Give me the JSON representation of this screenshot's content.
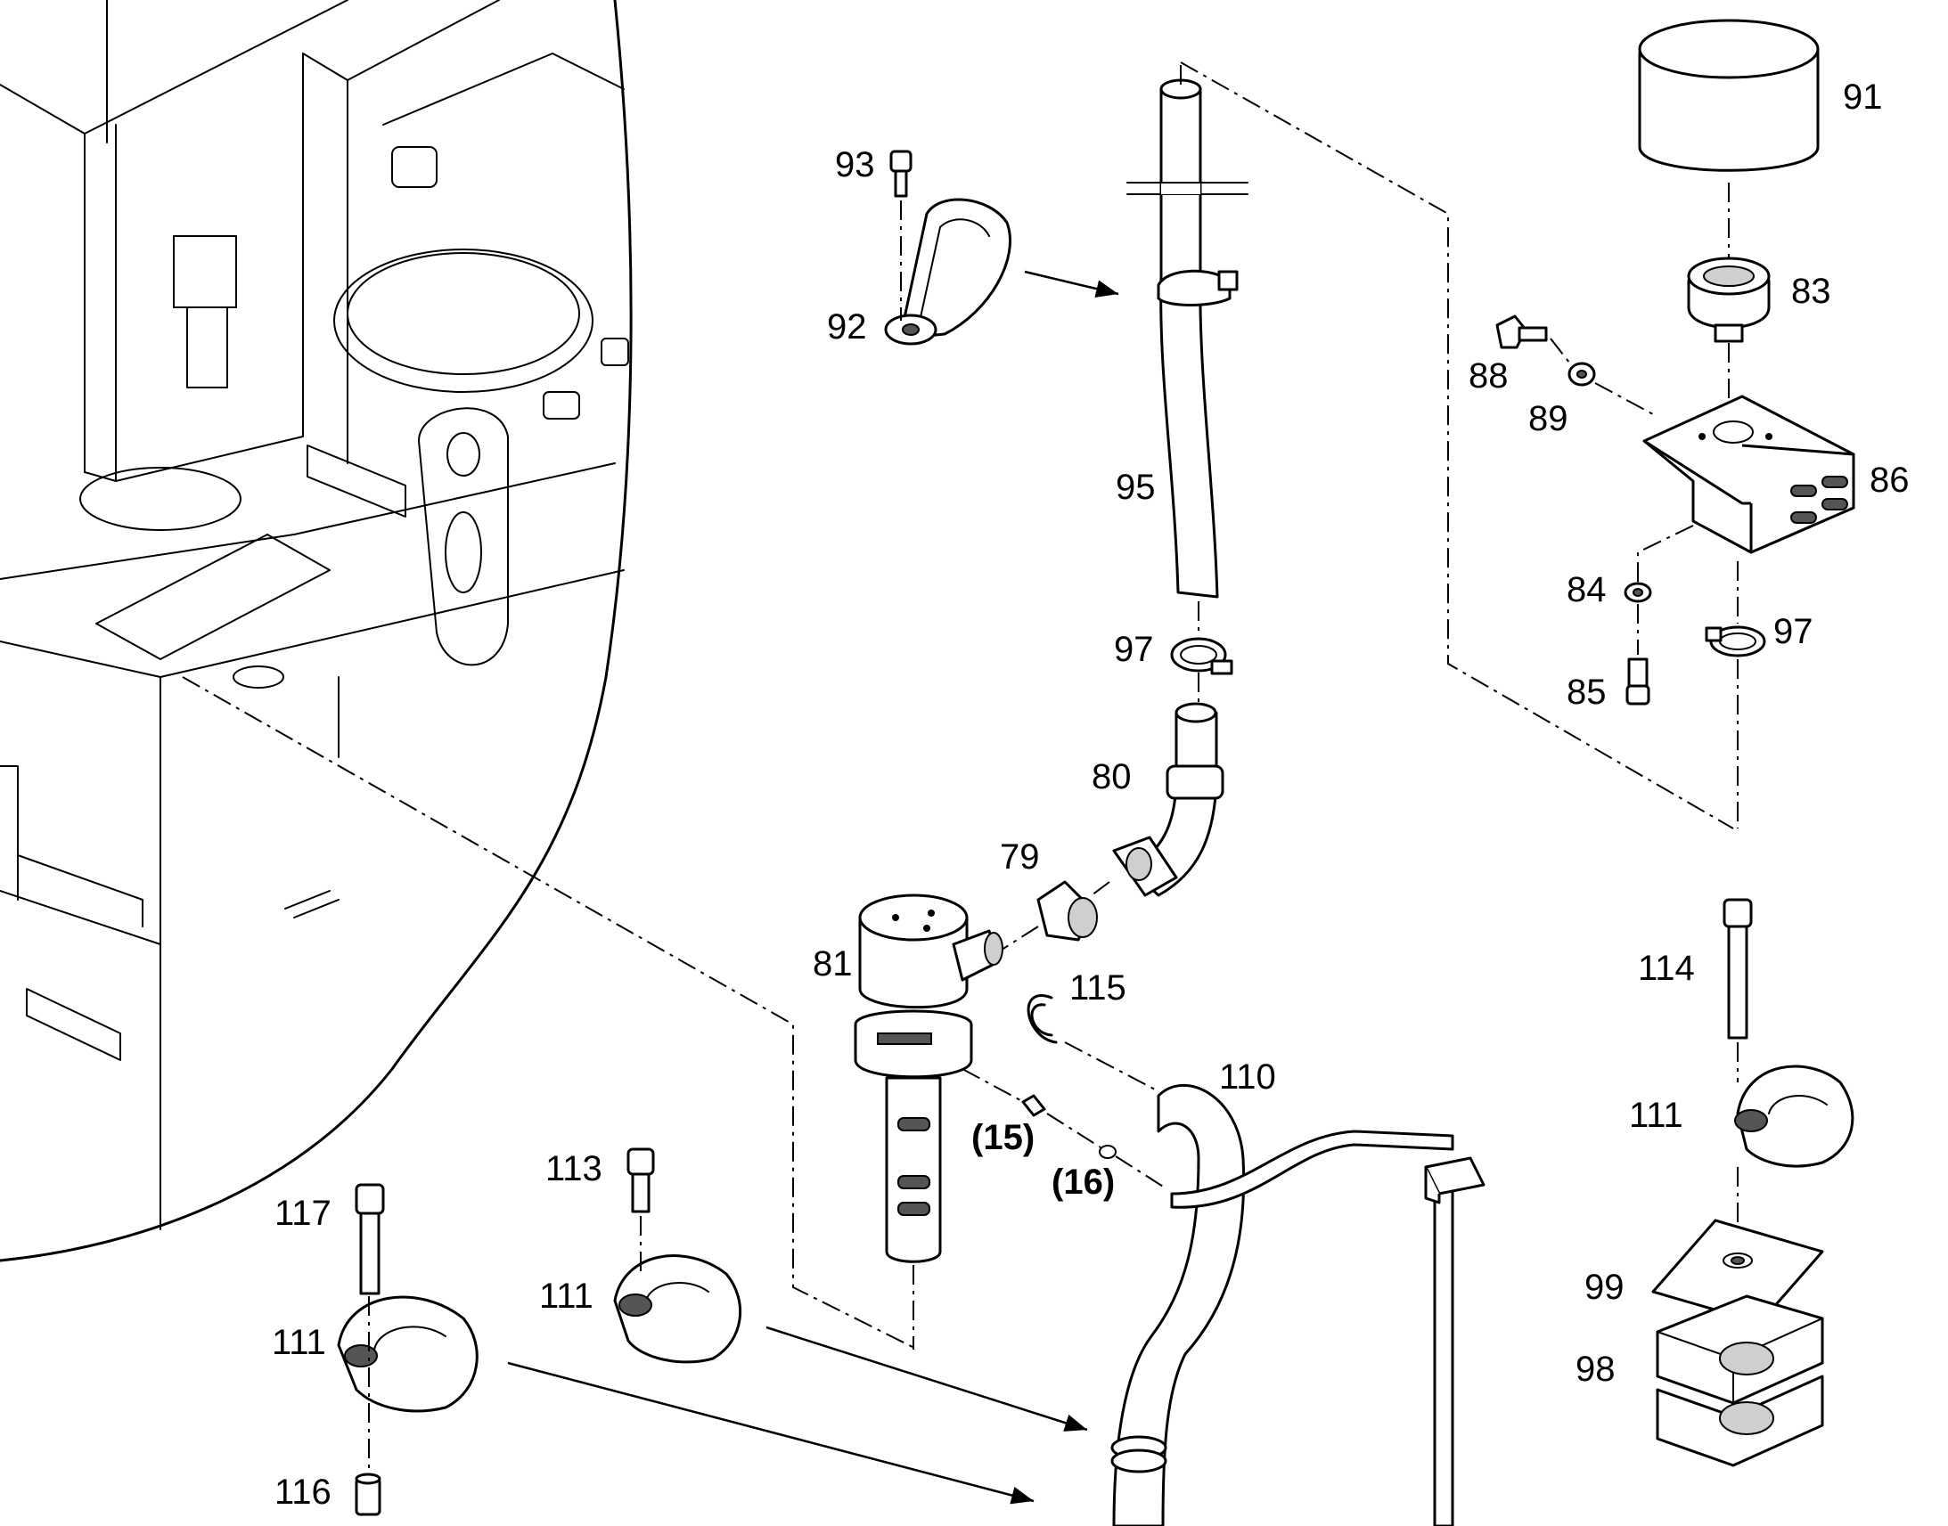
{
  "colors": {
    "ink": "#000000",
    "paper": "#ffffff",
    "shade": "#cfcfcf"
  },
  "callouts": {
    "p79": "79",
    "p80": "80",
    "p81": "81",
    "p83": "83",
    "p84": "84",
    "p85": "85",
    "p86": "86",
    "p88": "88",
    "p89": "89",
    "p91": "91",
    "p92": "92",
    "p93": "93",
    "p95": "95",
    "p97a": "97",
    "p97b": "97",
    "p98": "98",
    "p99": "99",
    "p110": "110",
    "p111a": "111",
    "p111b": "111",
    "p111c": "111",
    "p113": "113",
    "p114": "114",
    "p115": "115",
    "p116": "116",
    "p117": "117",
    "r15": "(15)",
    "r16": "(16)"
  }
}
